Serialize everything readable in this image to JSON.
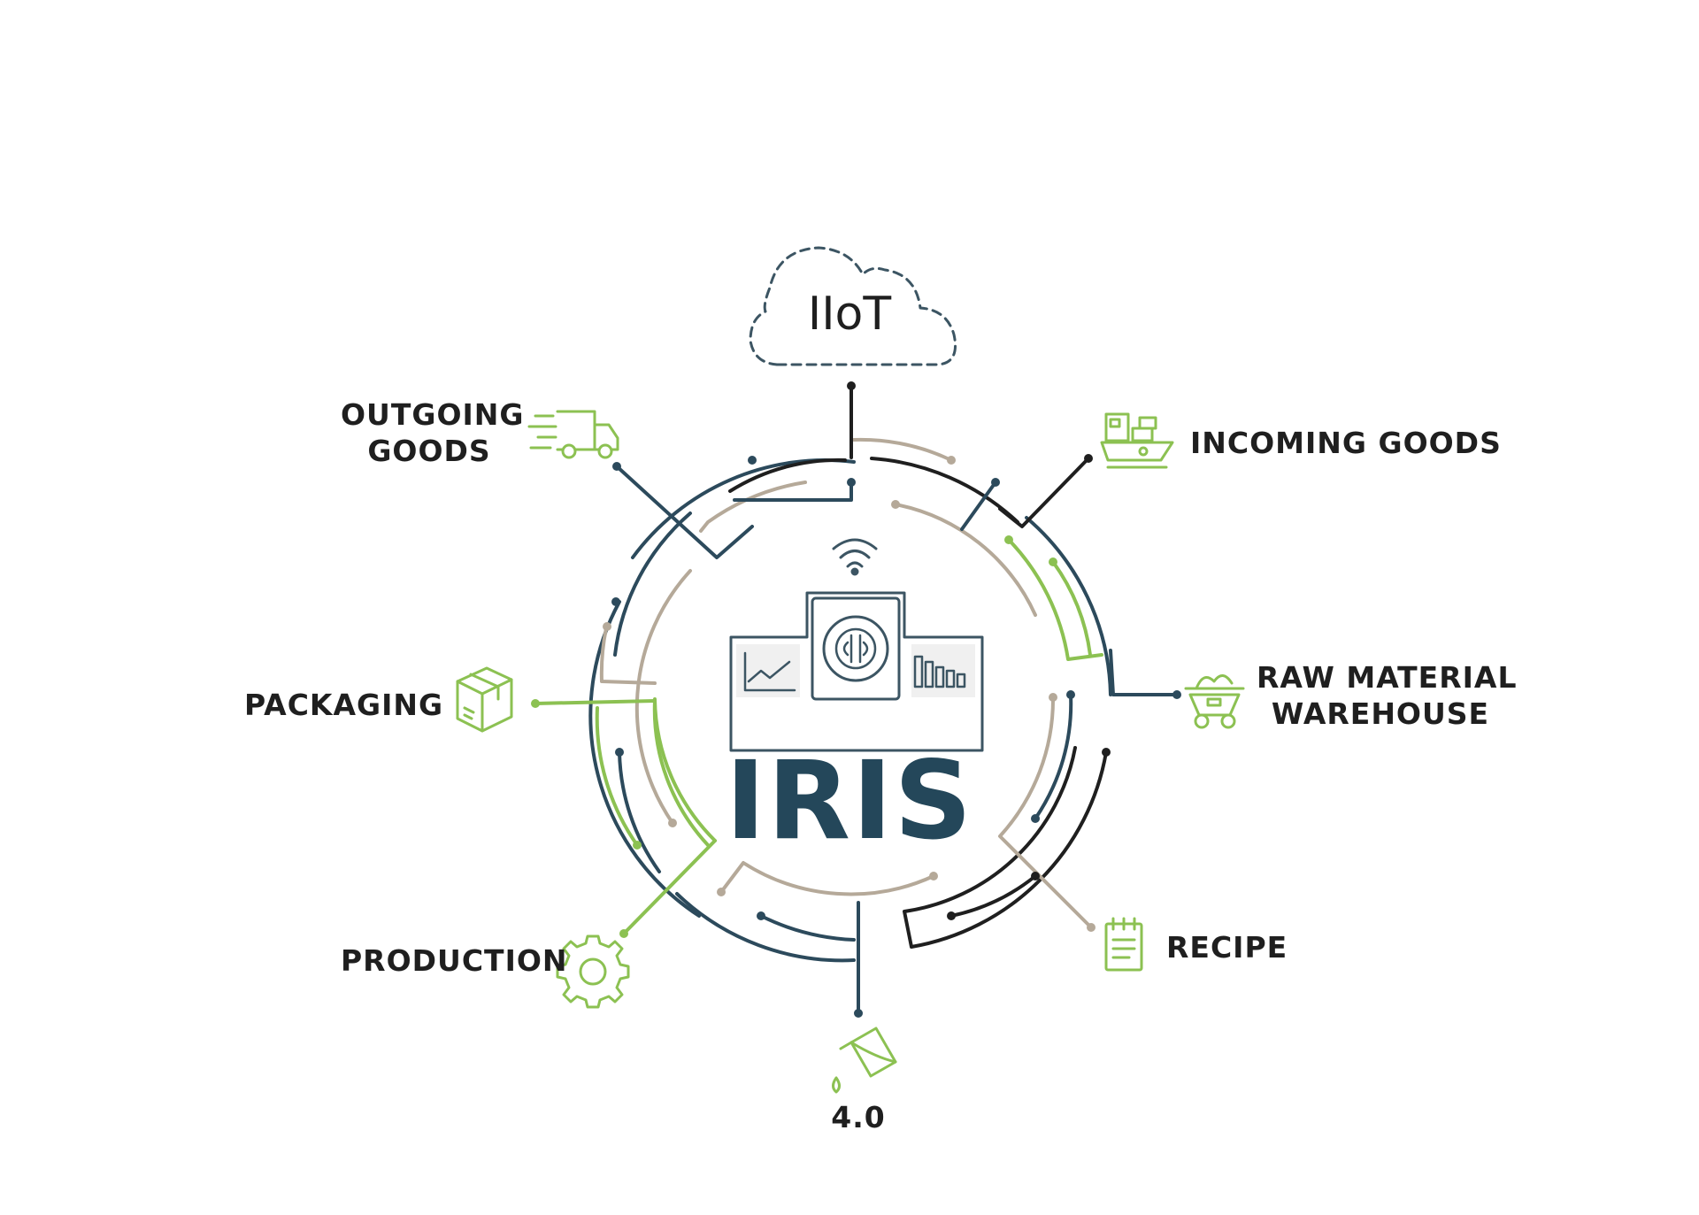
{
  "colors": {
    "navy": "#2c4a5c",
    "dark": "#1f1f1f",
    "green": "#8cc152",
    "tan": "#b5a999",
    "iris_text": "#24475a",
    "cloud": "#3c5563"
  },
  "center": {
    "title": "IRIS",
    "icons": [
      "wifi-icon",
      "brain-gear-icon",
      "line-chart-icon",
      "bar-chart-icon"
    ]
  },
  "cloud": {
    "label": "IIoT",
    "icon": "cloud-icon"
  },
  "nodes": [
    {
      "id": "outgoing-goods",
      "lines": [
        "OUTGOING",
        "GOODS"
      ],
      "icon": "delivery-truck-icon"
    },
    {
      "id": "incoming-goods",
      "lines": [
        "INCOMING GOODS"
      ],
      "icon": "cargo-ship-icon"
    },
    {
      "id": "raw-material-warehouse",
      "lines": [
        "RAW MATERIAL",
        "WAREHOUSE"
      ],
      "icon": "mine-cart-icon"
    },
    {
      "id": "packaging",
      "lines": [
        "PACKAGING"
      ],
      "icon": "package-box-icon"
    },
    {
      "id": "recipe",
      "lines": [
        "RECIPE"
      ],
      "icon": "notepad-icon"
    },
    {
      "id": "production",
      "lines": [
        "PRODUCTION"
      ],
      "icon": "gear-icon"
    },
    {
      "id": "industry",
      "lines": [
        "4.0"
      ],
      "icon": "paint-bucket-icon"
    }
  ]
}
